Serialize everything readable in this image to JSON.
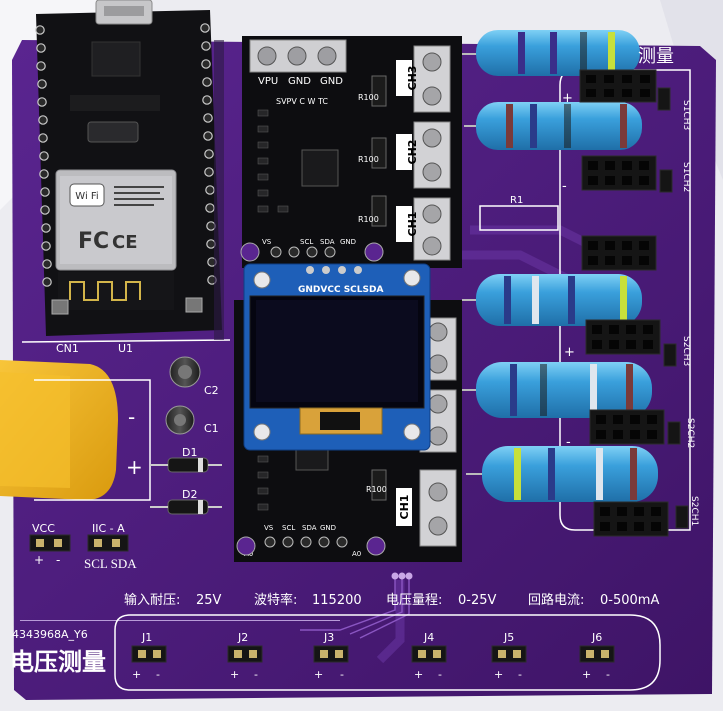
{
  "board": {
    "title_cn": "电压测量",
    "part_number": "4343968A_Y6",
    "title_topright": "测量"
  },
  "specs": [
    {
      "label": "输入耐压:",
      "value": "25V"
    },
    {
      "label": "波特率:",
      "value": "115200"
    },
    {
      "label": "电压量程:",
      "value": "0-25V"
    },
    {
      "label": "回路电流:",
      "value": "0-500mA"
    }
  ],
  "connectors": {
    "jumpers": [
      "J1",
      "J2",
      "J3",
      "J4",
      "J5",
      "J6"
    ],
    "cn1": "CN1",
    "u1": "U1",
    "vcc_label": "VCC",
    "iic_label": "IIC - A",
    "scl_sda": "SCL SDA",
    "plus": "+",
    "minus": "-"
  },
  "parts": {
    "c1": "C1",
    "c2": "C2",
    "d1": "D1",
    "d2": "D2",
    "r1": "R1",
    "plus_sign": "+",
    "minus_sign": "-"
  },
  "sensor_module_top": {
    "pins": [
      "VPU",
      "GND",
      "GND"
    ],
    "channels": [
      "CH3",
      "CH2",
      "CH1"
    ],
    "pin_row": "SVPV C W TC",
    "resistors": [
      "R100",
      "R100",
      "R100"
    ],
    "bottom_pins": [
      "VS",
      "SCL",
      "SDA",
      "GND"
    ]
  },
  "sensor_module_bottom": {
    "channel": "CH1",
    "resistor": "R100",
    "bottom_pins": [
      "A0",
      "VS",
      "SCL",
      "SDA",
      "GND",
      "A0"
    ]
  },
  "oled": {
    "pins": "GNDVCC SCLSDA"
  },
  "right_labels": [
    "S1CH3",
    "S1CH2",
    "S2CH3",
    "S2CH2",
    "S2CH1"
  ],
  "right_cn": "测量",
  "esp_module": {
    "wifi_label": "Wi Fi",
    "fcc": "FC",
    "ce": "CE"
  },
  "colors": {
    "pcb": "#4a1a7a",
    "pcb_dark": "#3a1362",
    "silk": "#ffffff",
    "resistor_body": "#3aa0dc",
    "usb_yellow": "#f2b319"
  }
}
